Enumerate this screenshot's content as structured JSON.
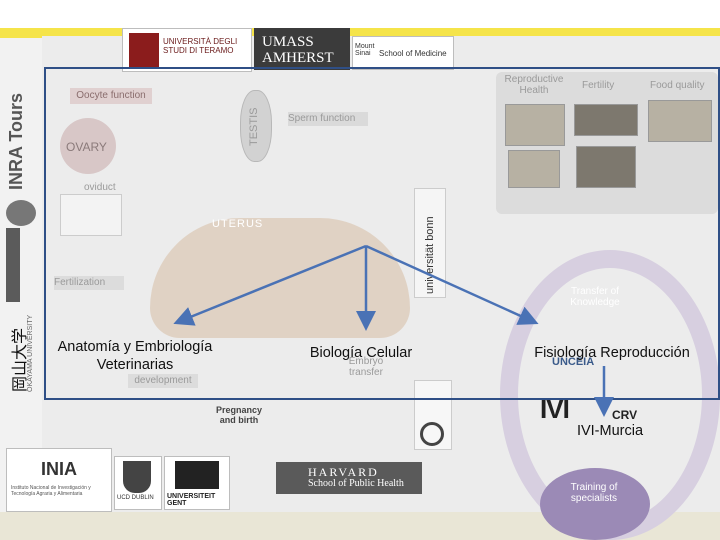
{
  "logos": {
    "teramo": "UNIVERSITÀ DEGLI STUDI DI TERAMO",
    "umass": "UMASS AMHERST",
    "mountsinai": "Mount Sinai",
    "medicine": "School of Medicine",
    "tours": "INRA Tours",
    "okayama_en": "OKAYAMA UNIVERSITY",
    "okayama_jp": "岡山大学",
    "bonn": "universität bonn",
    "inia": "INIA",
    "inia_sub": "Instituto Nacional de Investigación y Tecnología Agraria y Alimentaria",
    "ucd": "UCD DUBLIN",
    "gent": "UNIVERSITEIT GENT",
    "harvard": "HARVARD",
    "harvard_sub": "School of Public Health",
    "ivi": "IVI",
    "crv": "CRV",
    "unceia": "UNCEIA"
  },
  "diagram": {
    "oocyte_function": "Oocyte function",
    "ovary": "OVARY",
    "testis": "TESTIS",
    "sperm_function": "Sperm function",
    "oviduct": "oviduct",
    "uterus": "UTERUS",
    "fertilization": "Fertilization",
    "embryo_development": "development",
    "embryo_transfer": "Embryo transfer",
    "pregnancy": "Pregnancy and birth",
    "reproductive_health": "Reproductive Health",
    "fertility": "Fertility",
    "food_quality": "Food quality",
    "transfer_knowledge": "Transfer of Knowledge",
    "training": "Training of specialists"
  },
  "overlay": {
    "anatomia": "Anatomía y Embriología Veterinarias",
    "biologia": "Biología Celular",
    "fisiologia": "Fisiología Reproducción",
    "ivi_murcia": "IVI-Murcia"
  },
  "colors": {
    "frame": "#2f4f86",
    "arrow": "#4a72b5",
    "background": "#f5e44a"
  }
}
